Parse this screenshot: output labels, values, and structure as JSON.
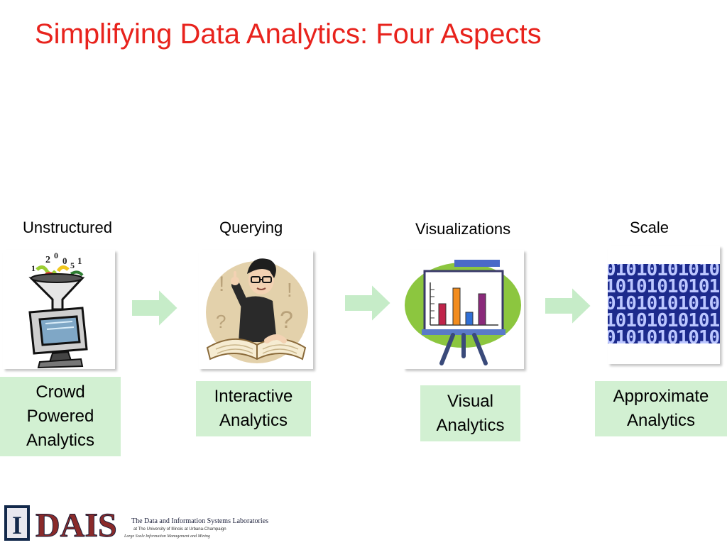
{
  "slide": {
    "title": "Simplifying Data Analytics: Four Aspects"
  },
  "aspects": [
    {
      "topic": "Unstructured",
      "label_lines": [
        "Crowd",
        "Powered",
        "Analytics"
      ],
      "icon": "funnel-computer-icon"
    },
    {
      "topic": "Querying",
      "label_lines": [
        "Interactive",
        "Analytics"
      ],
      "icon": "reader-thinking-icon"
    },
    {
      "topic": "Visualizations",
      "label_lines": [
        "Visual",
        "Analytics"
      ],
      "icon": "bar-chart-easel-icon"
    },
    {
      "topic": "Scale",
      "label_lines": [
        "Approximate",
        "Analytics"
      ],
      "icon": "binary-data-icon"
    }
  ],
  "binary_digits": [
    "01010101010",
    "10101010101",
    "01010101010",
    "10101010101",
    "01010101010"
  ],
  "footer": {
    "logo_letter": "I",
    "logo_word": "DAIS",
    "line1": "The Data and Information Systems Laboratories",
    "line2": "at The University of Illinois at Urbana-Champaign",
    "line3": "Large Scale Information Management and Mining"
  },
  "colors": {
    "title": "#e8231d",
    "label_box": "#d2f0d2",
    "arrow": "#c6ecc8",
    "illinois_blue": "#13294b",
    "dais_red": "#8a2a2a"
  }
}
